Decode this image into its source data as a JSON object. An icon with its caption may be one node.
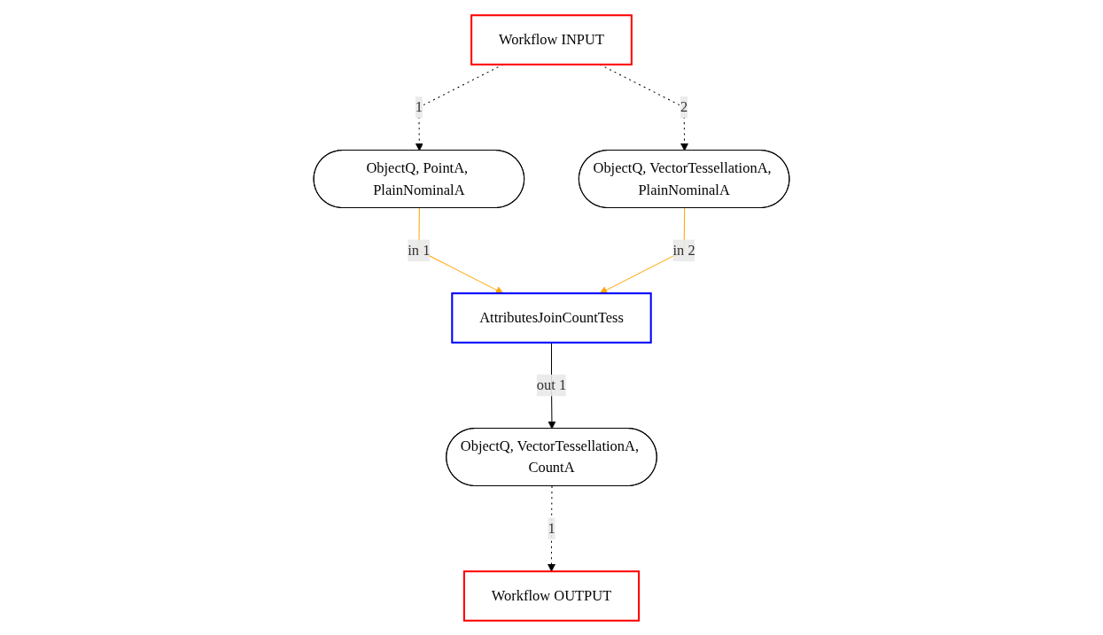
{
  "diagram": {
    "nodes": [
      {
        "text": [
          "Workflow INPUT"
        ]
      },
      {
        "text": [
          "ObjectQ, PointA, PlainNominalA"
        ]
      },
      {
        "text": [
          "ObjectQ, VectorTessellationA, PlainNominalA"
        ]
      },
      {
        "text": [
          "AttributesJoinCountTess"
        ]
      },
      {
        "text": [
          "ObjectQ, VectorTessellationA, CountA"
        ]
      },
      {
        "text": [
          "Workflow OUTPUT"
        ]
      }
    ],
    "edges": [
      {
        "from": 0,
        "to": 1,
        "arrow": "to",
        "label": "1",
        "style": "dashed"
      },
      {
        "from": 0,
        "to": 2,
        "arrow": "to",
        "label": "2",
        "style": "dashed"
      },
      {
        "from": 1,
        "to": 3,
        "arrow": "to",
        "label": "in 1",
        "color": "#ffa500"
      },
      {
        "from": 2,
        "to": 3,
        "arrow": "to",
        "label": "in 2",
        "color": "#ffa500"
      },
      {
        "from": 3,
        "to": 4,
        "arrow": "to",
        "label": "out 1"
      },
      {
        "from": 4,
        "to": 5,
        "arrow": "to",
        "label": "1",
        "style": "dashed"
      }
    ]
  }
}
